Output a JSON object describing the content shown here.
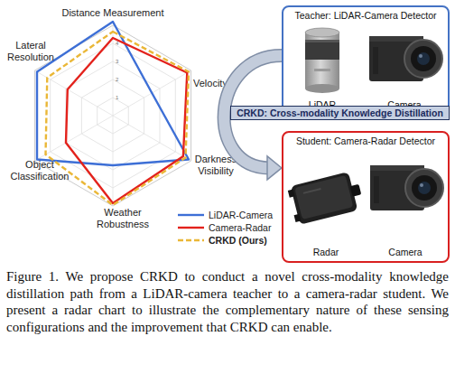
{
  "diagram": {
    "caption": "Figure 1. We propose CRKD to conduct a novel cross-modality knowledge distillation path from a LiDAR-camera teacher to a camera-radar student. We present a radar chart to illustrate the complementary nature of these sensing configurations and the improvement that CRKD can enable.",
    "nodes": [
      {
        "text": [
          "Teacher: LiDAR-Camera Detector"
        ]
      },
      {
        "text": [
          "LiDAR"
        ],
        "in": 0
      },
      {
        "text": [
          "Camera"
        ],
        "in": 0
      },
      {
        "text": [
          "CRKD: Cross-modality Knowledge Distillation"
        ]
      },
      {
        "text": [
          "Student: Camera-Radar Detector"
        ]
      },
      {
        "text": [
          "Radar"
        ],
        "in": 4
      },
      {
        "text": [
          "Camera"
        ],
        "in": 4
      }
    ],
    "edges": [
      {
        "from": 0,
        "to": 4,
        "arrow": "to"
      }
    ],
    "labels": [
      "Distance Measurement",
      "Velocity",
      "Darkness Visibility",
      "Weather Robustness",
      "Object Classification",
      "Lateral Resolution",
      "4",
      "3",
      "2",
      "1"
    ],
    "legend": [
      {
        "text": "LiDAR-Camera"
      },
      {
        "text": "Camera-Radar"
      },
      {
        "text": "CRKD (Ours)"
      }
    ]
  }
}
